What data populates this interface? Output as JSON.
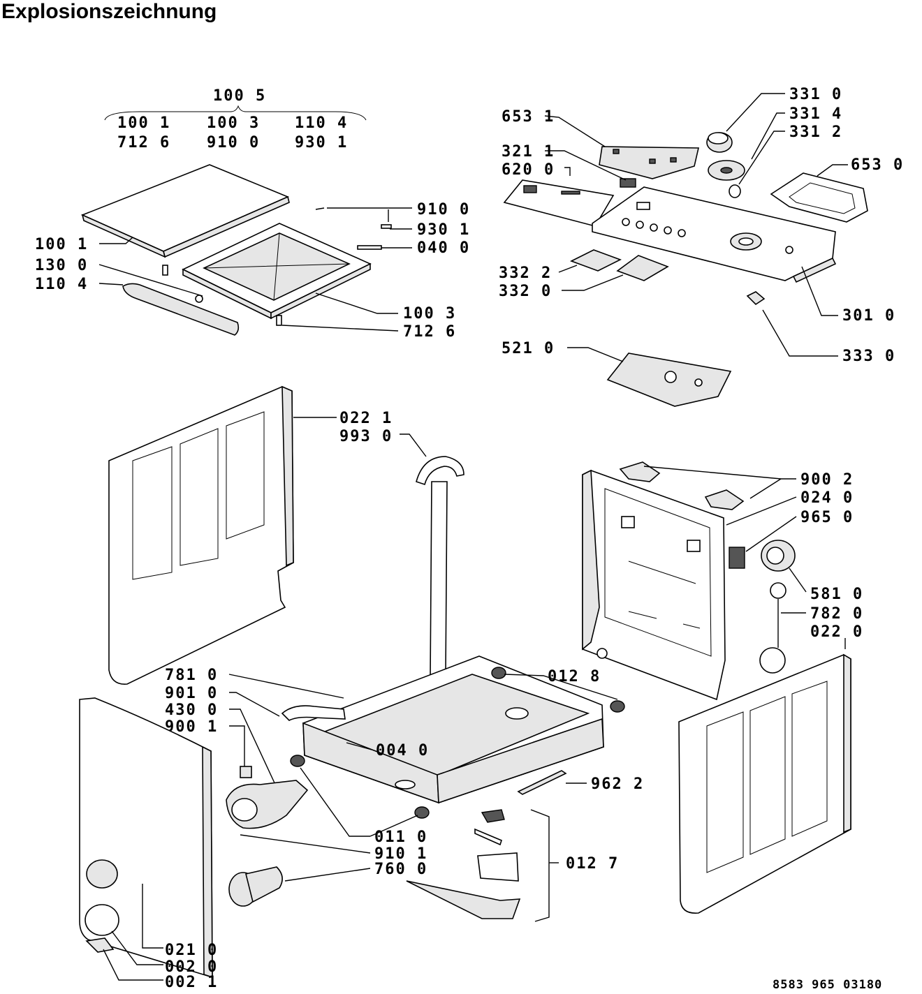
{
  "title": "Explosionszeichnung",
  "drawing_number": "8583 965 03180",
  "group_header": {
    "top": "100 5",
    "row1": [
      "100 1",
      "100 3",
      "110 4"
    ],
    "row2": [
      "712 6",
      "910 0",
      "930 1"
    ]
  },
  "labels": {
    "l_910_0_top": "910 0",
    "l_930_1": "930 1",
    "l_040_0": "040 0",
    "l_100_1": "100 1",
    "l_130_0": "130 0",
    "l_110_4": "110 4",
    "l_100_3": "100 3",
    "l_712_6": "712 6",
    "l_653_1": "653 1",
    "l_321_1": "321 1",
    "l_620_0": "620 0",
    "l_331_0": "331 0",
    "l_331_4": "331 4",
    "l_331_2": "331 2",
    "l_653_0": "653 0",
    "l_332_2": "332 2",
    "l_332_0": "332 0",
    "l_301_0": "301 0",
    "l_333_0": "333 0",
    "l_521_0": "521 0",
    "l_022_1": "022 1",
    "l_993_0": "993 0",
    "l_900_2": "900 2",
    "l_024_0": "024 0",
    "l_965_0": "965 0",
    "l_581_0": "581 0",
    "l_782_0": "782 0",
    "l_022_0": "022 0",
    "l_781_0": "781 0",
    "l_901_0": "901 0",
    "l_430_0": "430 0",
    "l_900_1": "900 1",
    "l_012_8": "012 8",
    "l_004_0": "004 0",
    "l_962_2": "962 2",
    "l_011_0": "011 0",
    "l_910_1": "910 1",
    "l_760_0": "760 0",
    "l_012_7": "012 7",
    "l_021_0": "021 0",
    "l_002_0": "002 0",
    "l_002_1": "002 1"
  }
}
